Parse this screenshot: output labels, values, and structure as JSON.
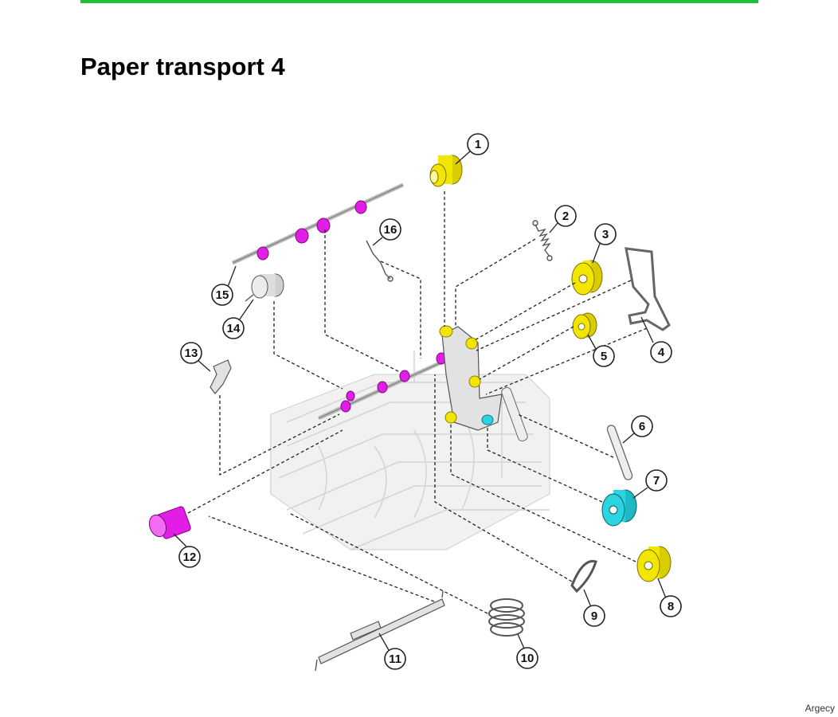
{
  "page": {
    "title": "Paper transport 4",
    "watermark": "Argecy"
  },
  "colors": {
    "rule": "#1fbf3a",
    "yellow_part": "#f2e600",
    "magenta_part": "#e21ee6",
    "cyan_part": "#2ad4e0"
  },
  "callouts": [
    "1",
    "2",
    "3",
    "4",
    "5",
    "6",
    "7",
    "8",
    "9",
    "10",
    "11",
    "12",
    "13",
    "14",
    "15",
    "16"
  ]
}
